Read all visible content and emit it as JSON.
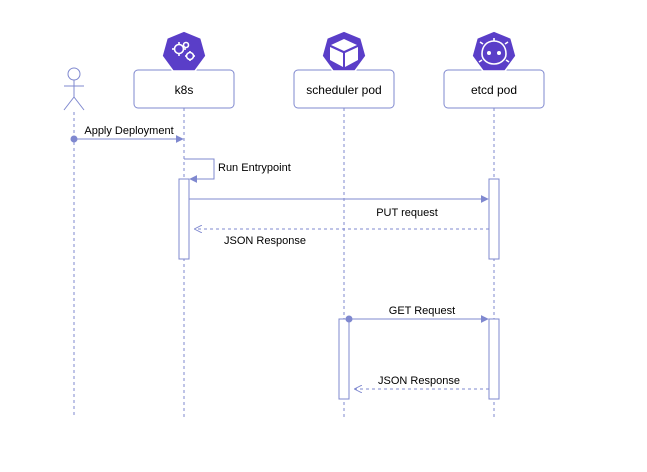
{
  "participants": [
    {
      "id": "user",
      "type": "actor",
      "label": "",
      "icon": "user-actor-icon"
    },
    {
      "id": "k8s",
      "type": "box",
      "label": "k8s",
      "icon": "kubernetes-gear-icon"
    },
    {
      "id": "scheduler",
      "type": "box",
      "label": "scheduler pod",
      "icon": "cube-icon"
    },
    {
      "id": "etcd",
      "type": "box",
      "label": "etcd pod",
      "icon": "etcd-icon"
    }
  ],
  "messages": [
    {
      "from": "user",
      "to": "k8s",
      "label": "Apply Deployment",
      "style": "solid"
    },
    {
      "from": "k8s",
      "to": "k8s",
      "label": "Run Entrypoint",
      "style": "solid"
    },
    {
      "from": "k8s",
      "to": "etcd",
      "label": "PUT request",
      "style": "solid"
    },
    {
      "from": "etcd",
      "to": "k8s",
      "label": "JSON Response",
      "style": "dashed"
    },
    {
      "from": "scheduler",
      "to": "etcd",
      "label": "GET Request",
      "style": "solid"
    },
    {
      "from": "etcd",
      "to": "scheduler",
      "label": "JSON Response",
      "style": "dashed"
    }
  ],
  "colors": {
    "line": "#7f88cf",
    "icon_fill": "#5a3ec8",
    "text": "#000000",
    "background": "#ffffff"
  }
}
